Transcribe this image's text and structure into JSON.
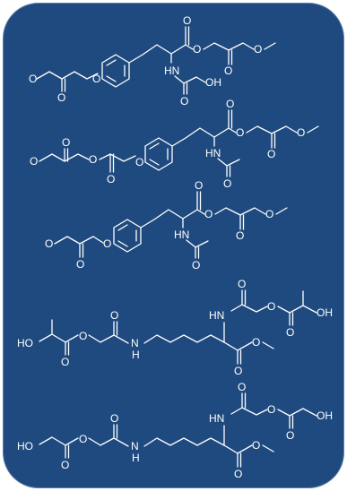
{
  "panel": {
    "background_color": "#1f4a7f",
    "border_color": "#5d7fa8",
    "line_color": "#ffffff"
  },
  "atom_labels": {
    "O": "O",
    "OH": "OH",
    "HO": "HO",
    "HN": "HN",
    "NH": "NH",
    "N": "N",
    "H": "H"
  }
}
